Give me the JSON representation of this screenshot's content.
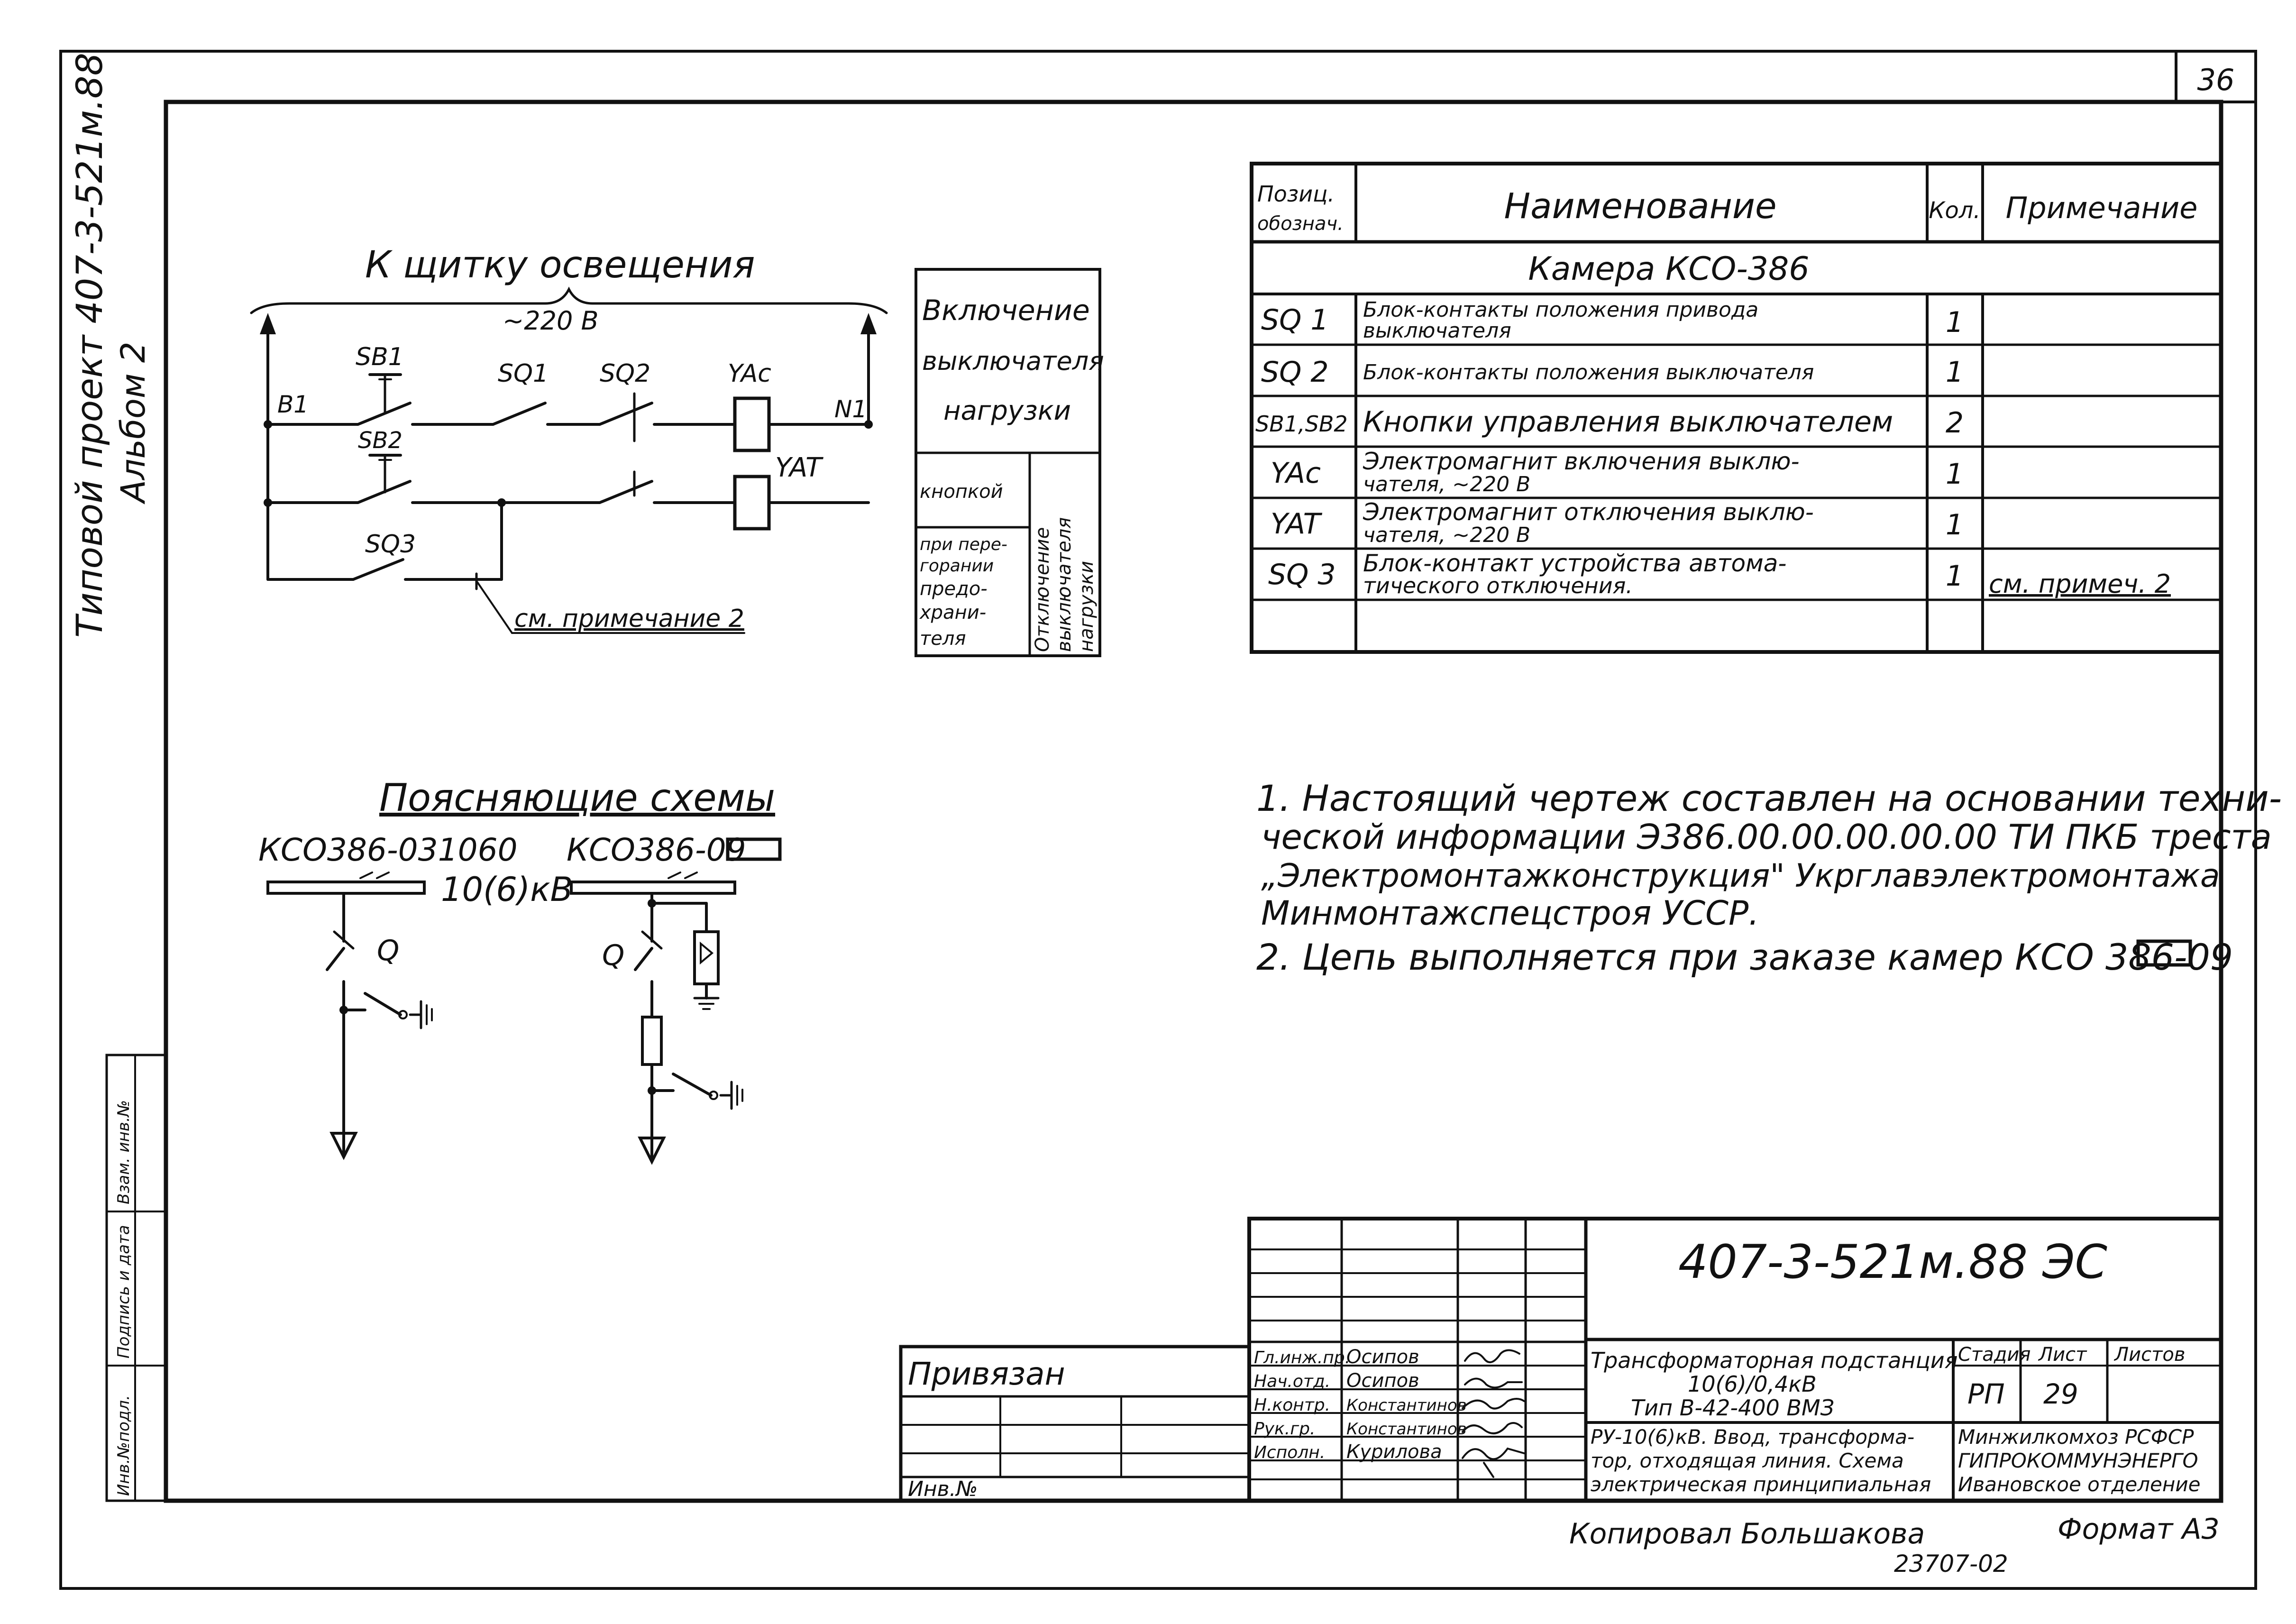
{
  "sheet": {
    "number": "36",
    "side_title_1": "Типовой проект 407-3-521м.88",
    "side_title_2": "Альбом 2",
    "stamp_side_labels": [
      "Инв.№подл.",
      "Подпись и дата",
      "Взам. инв.№"
    ]
  },
  "control_scheme": {
    "title": "К щитку освещения",
    "voltage": "~220 В",
    "node_b1": "В1",
    "node_n1": "N1",
    "labels": {
      "sb1": "SB1",
      "sb2": "SB2",
      "sq1": "SQ1",
      "sq2": "SQ2",
      "sq3": "SQ3",
      "yac": "YAc",
      "yat": "YAT"
    },
    "note_ref": "см. примечание 2"
  },
  "function_box": {
    "top_lines": [
      "Включение",
      "выключателя",
      "нагрузки"
    ],
    "left_top": "кнопкой",
    "left_bottom": [
      "при пере-",
      "горании",
      "предо-",
      "храни-",
      "теля"
    ],
    "right_lines": [
      "Отключение",
      "выключателя",
      "нагрузки"
    ]
  },
  "spec_table": {
    "headers": {
      "pos_1": "Позиц.",
      "pos_2": "обознач.",
      "name": "Наименование",
      "qty": "Кол.",
      "note": "Примечание"
    },
    "section": "Камера КСО-386",
    "rows": [
      {
        "pos": "SQ 1",
        "name": [
          "Блок-контакты положения привода",
          "выключателя"
        ],
        "qty": "1",
        "note": ""
      },
      {
        "pos": "SQ 2",
        "name": [
          "Блок-контакты положения выключателя"
        ],
        "qty": "1",
        "note": ""
      },
      {
        "pos": "SB1,SB2",
        "name": [
          "Кнопки управления выключателем"
        ],
        "qty": "2",
        "note": ""
      },
      {
        "pos": "YAc",
        "name": [
          "Электромагнит включения выклю-",
          "чателя, ~220 В"
        ],
        "qty": "1",
        "note": ""
      },
      {
        "pos": "YAT",
        "name": [
          "Электромагнит отключения выклю-",
          "чателя, ~220 В"
        ],
        "qty": "1",
        "note": ""
      },
      {
        "pos": "SQ 3",
        "name": [
          "Блок-контакт устройства автома-",
          "тического отключения."
        ],
        "qty": "1",
        "note": "см. примеч. 2"
      }
    ]
  },
  "notes": [
    "1. Настоящий чертеж составлен на основании техни-",
    "ческой информации Э386.00.00.00.00.00 ТИ ПКБ треста",
    "„Электромонтажконструкция\" Укрглавэлектромонтажа",
    "Минмонтажспецстроя УССР.",
    "2. Цепь выполняется при заказе камер КСО 386-09"
  ],
  "explanatory": {
    "title": "Поясняющие схемы",
    "scheme1": "КСО386-031060",
    "scheme2": "КСО386-09",
    "voltage": "10(6)кВ",
    "q_label": "Q"
  },
  "title_block": {
    "designation": "407-3-521м.88  ЭС",
    "privyazan": "Привязан",
    "inv": "Инв.№",
    "roles": [
      "Гл.инж.пр.",
      "Нач.отд.",
      "Н.контр.",
      "Рук.гр.",
      "Исполн."
    ],
    "names": [
      "Осипов",
      "Осипов",
      "Константинов",
      "Константинов",
      "Курилова"
    ],
    "object_lines": [
      "Трансформаторная подстанция",
      "10(6)/0,4кВ",
      "Тип В-42-400 ВМЗ"
    ],
    "sheet_lines": [
      "РУ-10(6)кВ. Ввод, трансформа-",
      "тор, отходящая линия. Схема",
      "электрическая принципиальная"
    ],
    "stage_header": "Стадия",
    "sheet_header": "Лист",
    "sheets_header": "Листов",
    "stage": "РП",
    "sheet_no": "29",
    "org_lines": [
      "Минжилкомхоз РСФСР",
      "ГИПРОКОММУНЭНЕРГО",
      "Ивановское отделение"
    ]
  },
  "footer": {
    "copied": "Копировал  Большакова",
    "format": "Формат  А3",
    "code": "23707-02"
  }
}
